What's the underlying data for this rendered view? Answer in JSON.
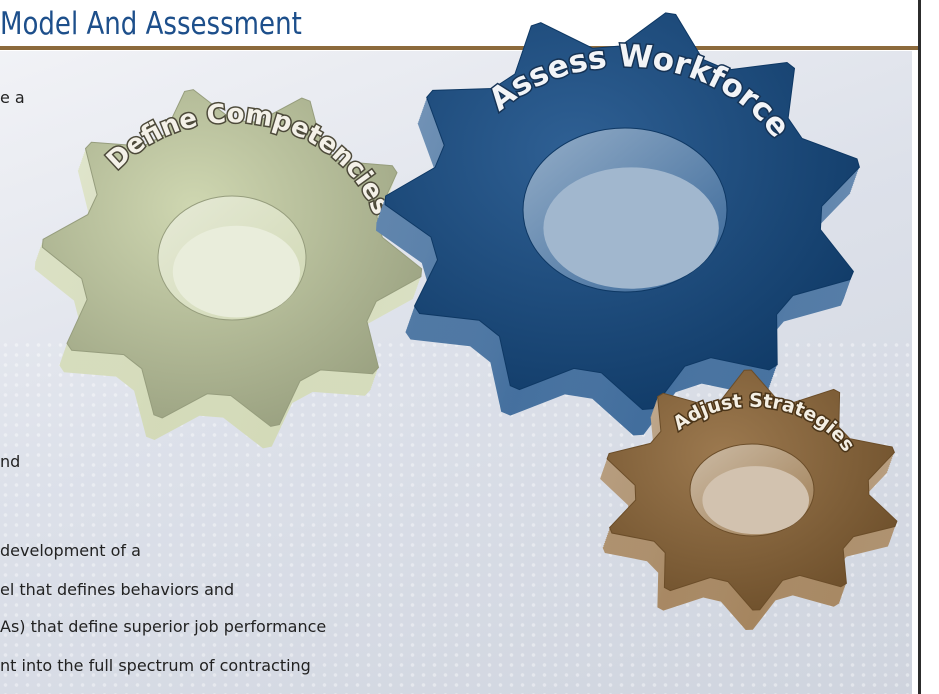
{
  "header": {
    "title": "Model And Assessment"
  },
  "body_text": {
    "line_1": "e a",
    "line_2": "nd",
    "line_3": " development of a",
    "line_4": "el that defines behaviors and",
    "line_5": "As) that define superior job performance",
    "line_6": "nt into the full spectrum of contracting"
  },
  "gears": {
    "define": {
      "label": "Define Competencies",
      "color": "#c8d1a6"
    },
    "assess": {
      "label": "Assess Workforce",
      "color": "#134a85"
    },
    "adjust": {
      "label": "Adjust Strategies",
      "color": "#8e6737"
    }
  }
}
